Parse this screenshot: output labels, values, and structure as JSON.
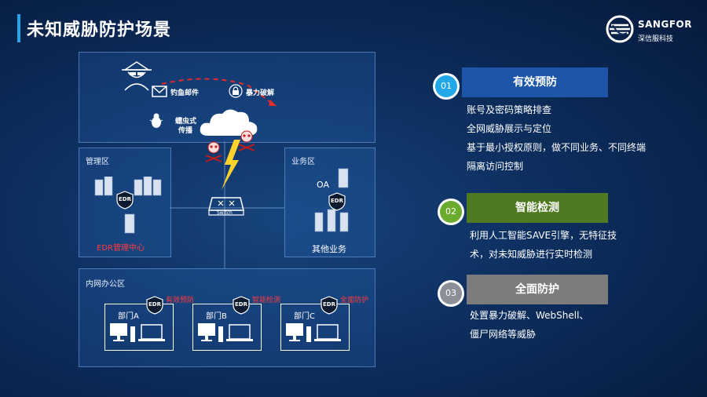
{
  "header": {
    "title": "未知威胁防护场景"
  },
  "brand": {
    "name_en": "SANGFOR",
    "name_cn": "深信服科技"
  },
  "diagram": {
    "threats": {
      "phishing": "钓鱼邮件",
      "bruteforce": "暴力破解",
      "worm_line1": "蠕虫式",
      "worm_line2": "传播"
    },
    "switch_label": "Switch",
    "mgmt": {
      "label": "管理区",
      "center": "EDR管理中心",
      "edr": "EDR"
    },
    "business": {
      "label": "业务区",
      "oa": "OA",
      "other": "其他业务",
      "edr": "EDR"
    },
    "office": {
      "label": "内网办公区",
      "depts": [
        {
          "name": "部门A",
          "tag": "有效预防",
          "edr": "EDR"
        },
        {
          "name": "部门B",
          "tag": "智能检测",
          "edr": "EDR"
        },
        {
          "name": "部门C",
          "tag": "全面防护",
          "edr": "EDR"
        }
      ]
    }
  },
  "features": [
    {
      "num": "01",
      "title": "有效预防",
      "color": "#1d56a8",
      "dot": "#22a8e8",
      "lines": [
        "账号及密码策略排查",
        "全网威胁展示与定位",
        "基于最小授权原则，做不同业务、不同终端",
        "隔离访问控制"
      ]
    },
    {
      "num": "02",
      "title": "智能检测",
      "color": "#4f7a22",
      "dot": "#6bab2e",
      "lines": [
        "利用人工智能SAVE引擎，无特征技",
        "术，对未知威胁进行实时检测"
      ]
    },
    {
      "num": "03",
      "title": "全面防护",
      "color": "#7c7c7c",
      "dot": "#8a8f98",
      "lines": [
        "处置暴力破解、WebShell、",
        "僵尸网络等威胁"
      ]
    }
  ]
}
